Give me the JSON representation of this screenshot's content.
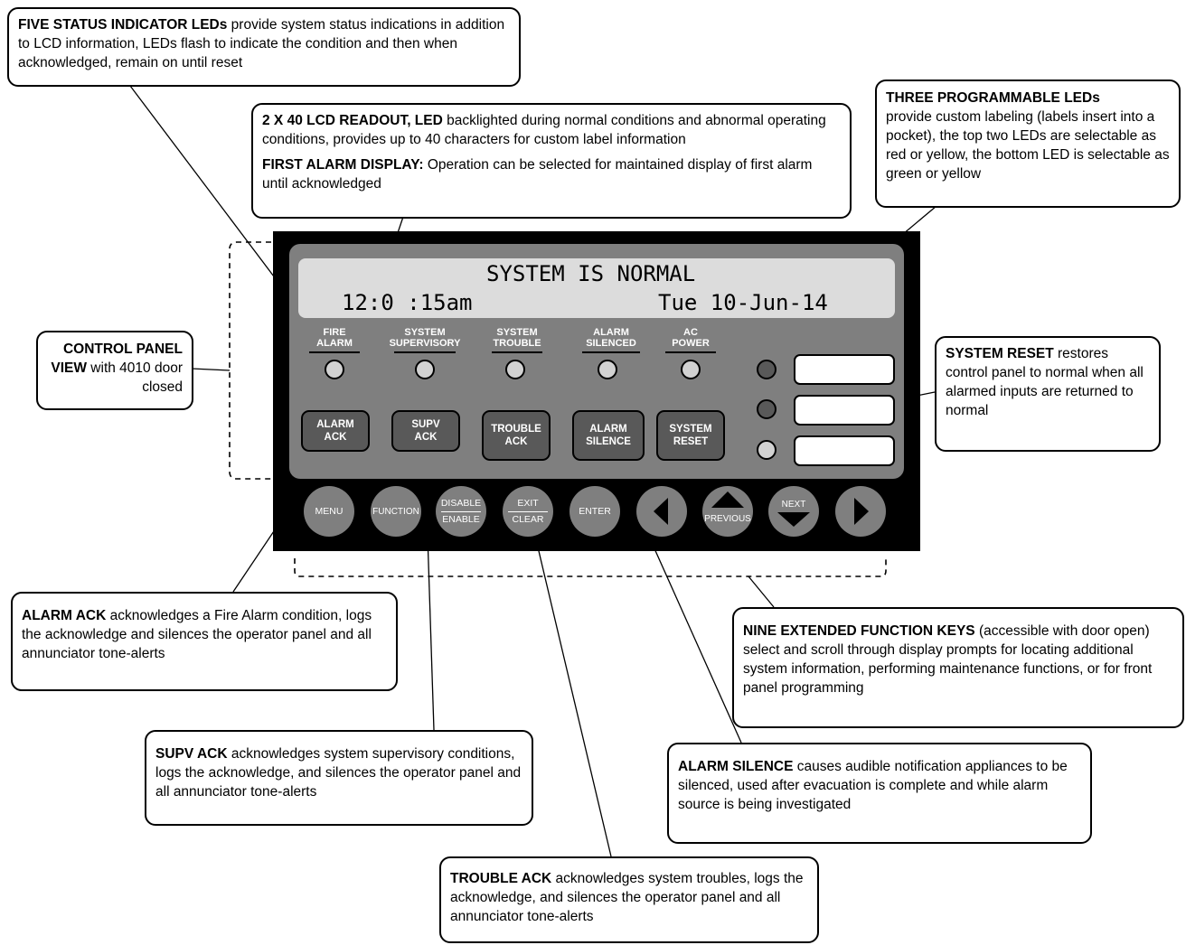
{
  "lcd": {
    "line1": "SYSTEM IS NORMAL",
    "time": "12:0 :15am",
    "date": "Tue 10-Jun-14"
  },
  "status_leds": [
    {
      "line1": "FIRE",
      "line2": "ALARM"
    },
    {
      "line1": "SYSTEM",
      "line2": "SUPERVISORY"
    },
    {
      "line1": "SYSTEM",
      "line2": "TROUBLE"
    },
    {
      "line1": "ALARM",
      "line2": "SILENCED"
    },
    {
      "line1": "AC",
      "line2": "POWER"
    }
  ],
  "panel_buttons": [
    {
      "line1": "ALARM",
      "line2": "ACK"
    },
    {
      "line1": "SUPV",
      "line2": "ACK"
    },
    {
      "line1": "TROUBLE",
      "line2": "ACK"
    },
    {
      "line1": "ALARM",
      "line2": "SILENCE"
    },
    {
      "line1": "SYSTEM",
      "line2": "RESET"
    }
  ],
  "function_keys": {
    "menu": "MENU",
    "function": "FUNCTION",
    "disable": "DISABLE",
    "enable": "ENABLE",
    "exit": "EXIT",
    "clear": "CLEAR",
    "enter": "ENTER",
    "previous": "PREVIOUS",
    "next": "NEXT"
  },
  "callouts": {
    "five_status": {
      "title": "FIVE STATUS INDICATOR LEDs",
      "text": " provide system status indications in addition to LCD information, LEDs flash to indicate the condition and then when acknowledged, remain on until reset"
    },
    "lcd_readout": {
      "title": "2 X 40 LCD READOUT, LED",
      "text": " backlighted during normal conditions and abnormal operating conditions, provides up to 40 characters for custom label information"
    },
    "first_alarm": {
      "title": "FIRST ALARM DISPLAY:",
      "text": " Operation can be selected for maintained display of first alarm until acknowledged"
    },
    "three_prog": {
      "title": "THREE PROGRAMMABLE LEDs",
      "text": "provide custom labeling (labels insert into a pocket), the top two LEDs are selectable as red or yellow, the bottom LED is selectable as green or yellow"
    },
    "control_panel": {
      "title": "CONTROL PANEL VIEW",
      "text": " with 4010 door closed"
    },
    "system_reset": {
      "title": "SYSTEM RESET",
      "text": " restores control panel to normal when all alarmed inputs are returned to normal"
    },
    "alarm_ack": {
      "title": "ALARM ACK",
      "text": " acknowledges a Fire Alarm condition, logs the acknowledge and silences the operator panel and all annunciator tone-alerts"
    },
    "nine_keys": {
      "title": "NINE EXTENDED FUNCTION KEYS",
      "text": " (accessible with door open) select and scroll through display prompts for locating additional system information, performing maintenance functions, or for front panel programming"
    },
    "supv_ack": {
      "title": "SUPV ACK",
      "text": " acknowledges system supervisory conditions, logs the acknowledge, and silences the operator panel and all annunciator tone-alerts"
    },
    "alarm_silence": {
      "title": "ALARM SILENCE",
      "text": " causes audible notification appliances to be silenced, used after evacuation is complete and while alarm source is being investigated"
    },
    "trouble_ack": {
      "title": "TROUBLE ACK",
      "text": " acknowledges system troubles, logs the acknowledge, and silences the operator panel and all annunciator tone-alerts"
    }
  }
}
